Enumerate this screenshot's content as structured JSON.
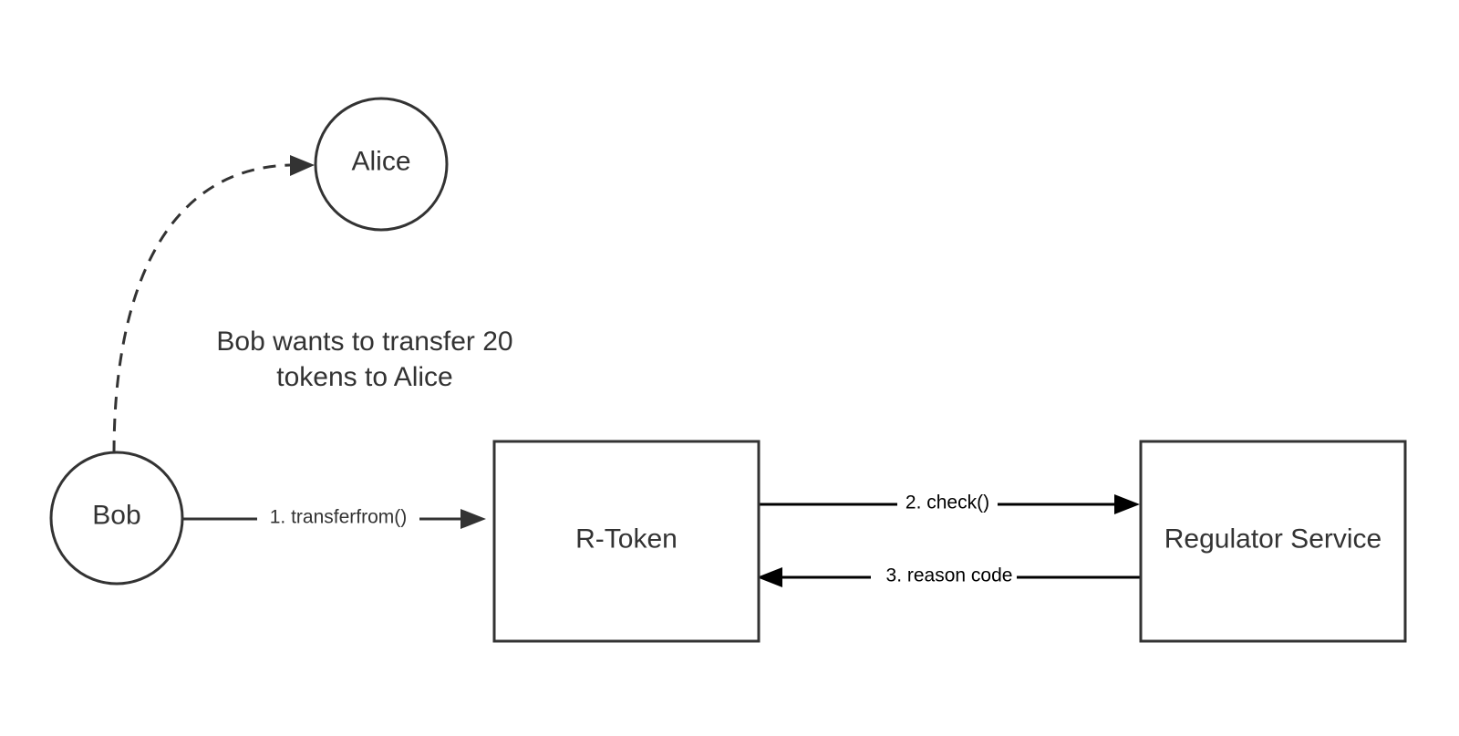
{
  "diagram": {
    "nodes": {
      "alice": {
        "label": "Alice",
        "shape": "circle"
      },
      "bob": {
        "label": "Bob",
        "shape": "circle"
      },
      "rtoken": {
        "label": "R-Token",
        "shape": "rectangle"
      },
      "regulator": {
        "label": "Regulator Service",
        "shape": "rectangle"
      }
    },
    "edges": {
      "bob_to_alice": {
        "from": "Bob",
        "to": "Alice",
        "style": "dashed",
        "label": ""
      },
      "transferfrom": {
        "from": "Bob",
        "to": "R-Token",
        "style": "solid",
        "label": "1. transferfrom()"
      },
      "check": {
        "from": "R-Token",
        "to": "Regulator Service",
        "style": "solid",
        "label": "2. check()"
      },
      "reason_code": {
        "from": "Regulator Service",
        "to": "R-Token",
        "style": "solid",
        "label": "3. reason code"
      }
    },
    "note": {
      "line1": "Bob wants to transfer 20",
      "line2": "tokens to Alice"
    },
    "colors": {
      "stroke": "#333333",
      "dark_stroke": "#000000",
      "background": "#ffffff"
    }
  }
}
